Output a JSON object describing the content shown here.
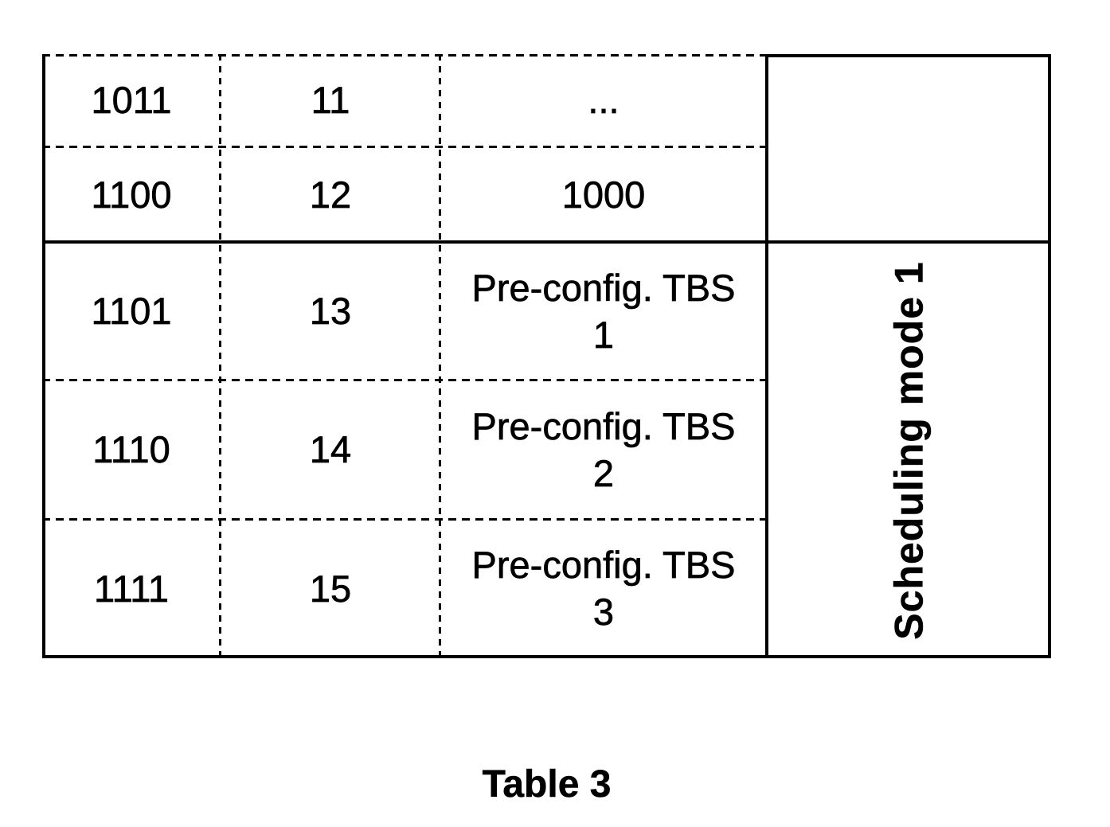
{
  "colors": {
    "background": "#ffffff",
    "ink": "#000000"
  },
  "table": {
    "rows": [
      {
        "code": "1011",
        "index": "11",
        "tbs": "..."
      },
      {
        "code": "1100",
        "index": "12",
        "tbs": "1000"
      },
      {
        "code": "1101",
        "index": "13",
        "tbs": "Pre-config. TBS 1"
      },
      {
        "code": "1110",
        "index": "14",
        "tbs": "Pre-config. TBS 2"
      },
      {
        "code": "1111",
        "index": "15",
        "tbs": "Pre-config. TBS 3"
      }
    ],
    "side_label": "Scheduling mode 1"
  },
  "caption": "Table 3"
}
